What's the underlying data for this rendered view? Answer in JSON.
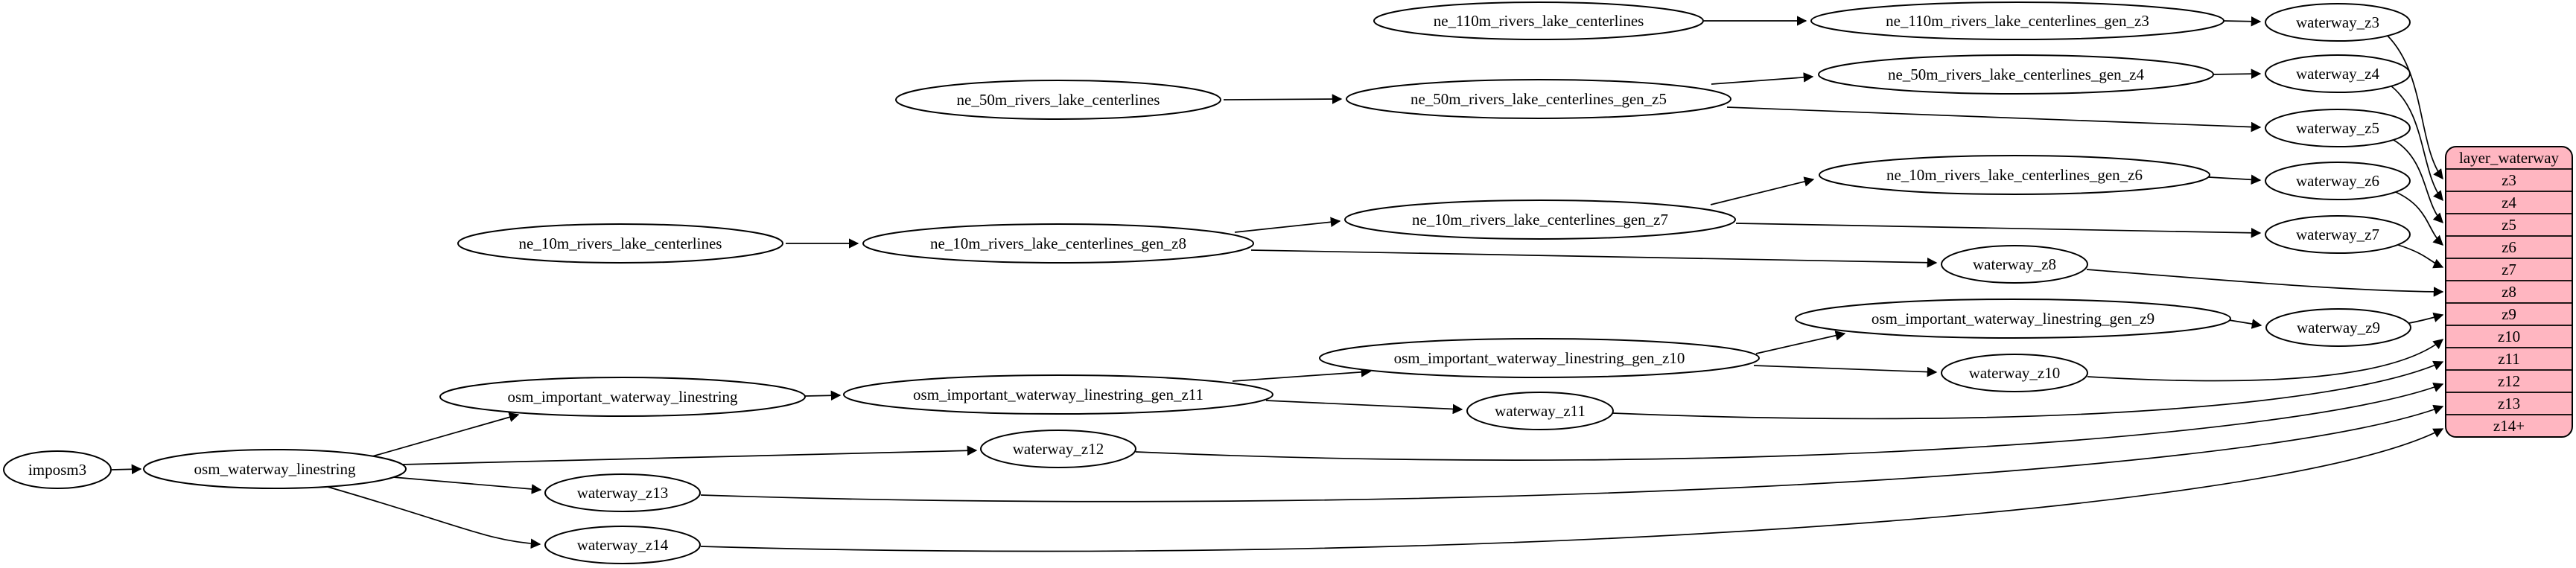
{
  "diagram": {
    "kind": "dependency-graph",
    "description": "ETL dependency graph from imposm3 / natural earth source tables through generalized tables into the layer_waterway tile layer"
  },
  "nodes": {
    "imposm3": "imposm3",
    "osm_waterway_linestring": "osm_waterway_linestring",
    "osm_important_waterway_linestring": "osm_important_waterway_linestring",
    "osm_important_waterway_linestring_gen_z11": "osm_important_waterway_linestring_gen_z11",
    "osm_important_waterway_linestring_gen_z10": "osm_important_waterway_linestring_gen_z10",
    "osm_important_waterway_linestring_gen_z9": "osm_important_waterway_linestring_gen_z9",
    "ne_10m_rivers_lake_centerlines": "ne_10m_rivers_lake_centerlines",
    "ne_10m_rivers_lake_centerlines_gen_z8": "ne_10m_rivers_lake_centerlines_gen_z8",
    "ne_10m_rivers_lake_centerlines_gen_z7": "ne_10m_rivers_lake_centerlines_gen_z7",
    "ne_10m_rivers_lake_centerlines_gen_z6": "ne_10m_rivers_lake_centerlines_gen_z6",
    "ne_50m_rivers_lake_centerlines": "ne_50m_rivers_lake_centerlines",
    "ne_50m_rivers_lake_centerlines_gen_z5": "ne_50m_rivers_lake_centerlines_gen_z5",
    "ne_50m_rivers_lake_centerlines_gen_z4": "ne_50m_rivers_lake_centerlines_gen_z4",
    "ne_110m_rivers_lake_centerlines": "ne_110m_rivers_lake_centerlines",
    "ne_110m_rivers_lake_centerlines_gen_z3": "ne_110m_rivers_lake_centerlines_gen_z3",
    "waterway_z3": "waterway_z3",
    "waterway_z4": "waterway_z4",
    "waterway_z5": "waterway_z5",
    "waterway_z6": "waterway_z6",
    "waterway_z7": "waterway_z7",
    "waterway_z8": "waterway_z8",
    "waterway_z9": "waterway_z9",
    "waterway_z10": "waterway_z10",
    "waterway_z11": "waterway_z11",
    "waterway_z12": "waterway_z12",
    "waterway_z13": "waterway_z13",
    "waterway_z14": "waterway_z14"
  },
  "table": {
    "header": "layer_waterway",
    "rows": [
      "z3",
      "z4",
      "z5",
      "z6",
      "z7",
      "z8",
      "z9",
      "z10",
      "z11",
      "z12",
      "z13",
      "z14+"
    ]
  },
  "edges": [
    [
      "imposm3",
      "osm_waterway_linestring"
    ],
    [
      "osm_waterway_linestring",
      "osm_important_waterway_linestring"
    ],
    [
      "osm_waterway_linestring",
      "waterway_z12"
    ],
    [
      "osm_waterway_linestring",
      "waterway_z13"
    ],
    [
      "osm_waterway_linestring",
      "waterway_z14"
    ],
    [
      "osm_important_waterway_linestring",
      "osm_important_waterway_linestring_gen_z11"
    ],
    [
      "osm_important_waterway_linestring_gen_z11",
      "osm_important_waterway_linestring_gen_z10"
    ],
    [
      "osm_important_waterway_linestring_gen_z11",
      "waterway_z11"
    ],
    [
      "osm_important_waterway_linestring_gen_z10",
      "osm_important_waterway_linestring_gen_z9"
    ],
    [
      "osm_important_waterway_linestring_gen_z10",
      "waterway_z10"
    ],
    [
      "osm_important_waterway_linestring_gen_z9",
      "waterway_z9"
    ],
    [
      "ne_10m_rivers_lake_centerlines",
      "ne_10m_rivers_lake_centerlines_gen_z8"
    ],
    [
      "ne_10m_rivers_lake_centerlines_gen_z8",
      "ne_10m_rivers_lake_centerlines_gen_z7"
    ],
    [
      "ne_10m_rivers_lake_centerlines_gen_z8",
      "waterway_z8"
    ],
    [
      "ne_10m_rivers_lake_centerlines_gen_z7",
      "ne_10m_rivers_lake_centerlines_gen_z6"
    ],
    [
      "ne_10m_rivers_lake_centerlines_gen_z7",
      "waterway_z7"
    ],
    [
      "ne_10m_rivers_lake_centerlines_gen_z6",
      "waterway_z6"
    ],
    [
      "ne_50m_rivers_lake_centerlines",
      "ne_50m_rivers_lake_centerlines_gen_z5"
    ],
    [
      "ne_50m_rivers_lake_centerlines_gen_z5",
      "ne_50m_rivers_lake_centerlines_gen_z4"
    ],
    [
      "ne_50m_rivers_lake_centerlines_gen_z5",
      "waterway_z5"
    ],
    [
      "ne_50m_rivers_lake_centerlines_gen_z4",
      "waterway_z4"
    ],
    [
      "ne_110m_rivers_lake_centerlines",
      "ne_110m_rivers_lake_centerlines_gen_z3"
    ],
    [
      "ne_110m_rivers_lake_centerlines_gen_z3",
      "waterway_z3"
    ],
    [
      "waterway_z3",
      "layer_waterway.z3"
    ],
    [
      "waterway_z4",
      "layer_waterway.z4"
    ],
    [
      "waterway_z5",
      "layer_waterway.z5"
    ],
    [
      "waterway_z6",
      "layer_waterway.z6"
    ],
    [
      "waterway_z7",
      "layer_waterway.z7"
    ],
    [
      "waterway_z8",
      "layer_waterway.z8"
    ],
    [
      "waterway_z9",
      "layer_waterway.z9"
    ],
    [
      "waterway_z10",
      "layer_waterway.z10"
    ],
    [
      "waterway_z11",
      "layer_waterway.z11"
    ],
    [
      "waterway_z12",
      "layer_waterway.z12"
    ],
    [
      "waterway_z13",
      "layer_waterway.z13"
    ],
    [
      "waterway_z14",
      "layer_waterway.z14+"
    ]
  ],
  "colors": {
    "table_fill": "#ffb6c1",
    "node_fill": "#ffffff",
    "edge": "#000000",
    "text": "#000000"
  }
}
